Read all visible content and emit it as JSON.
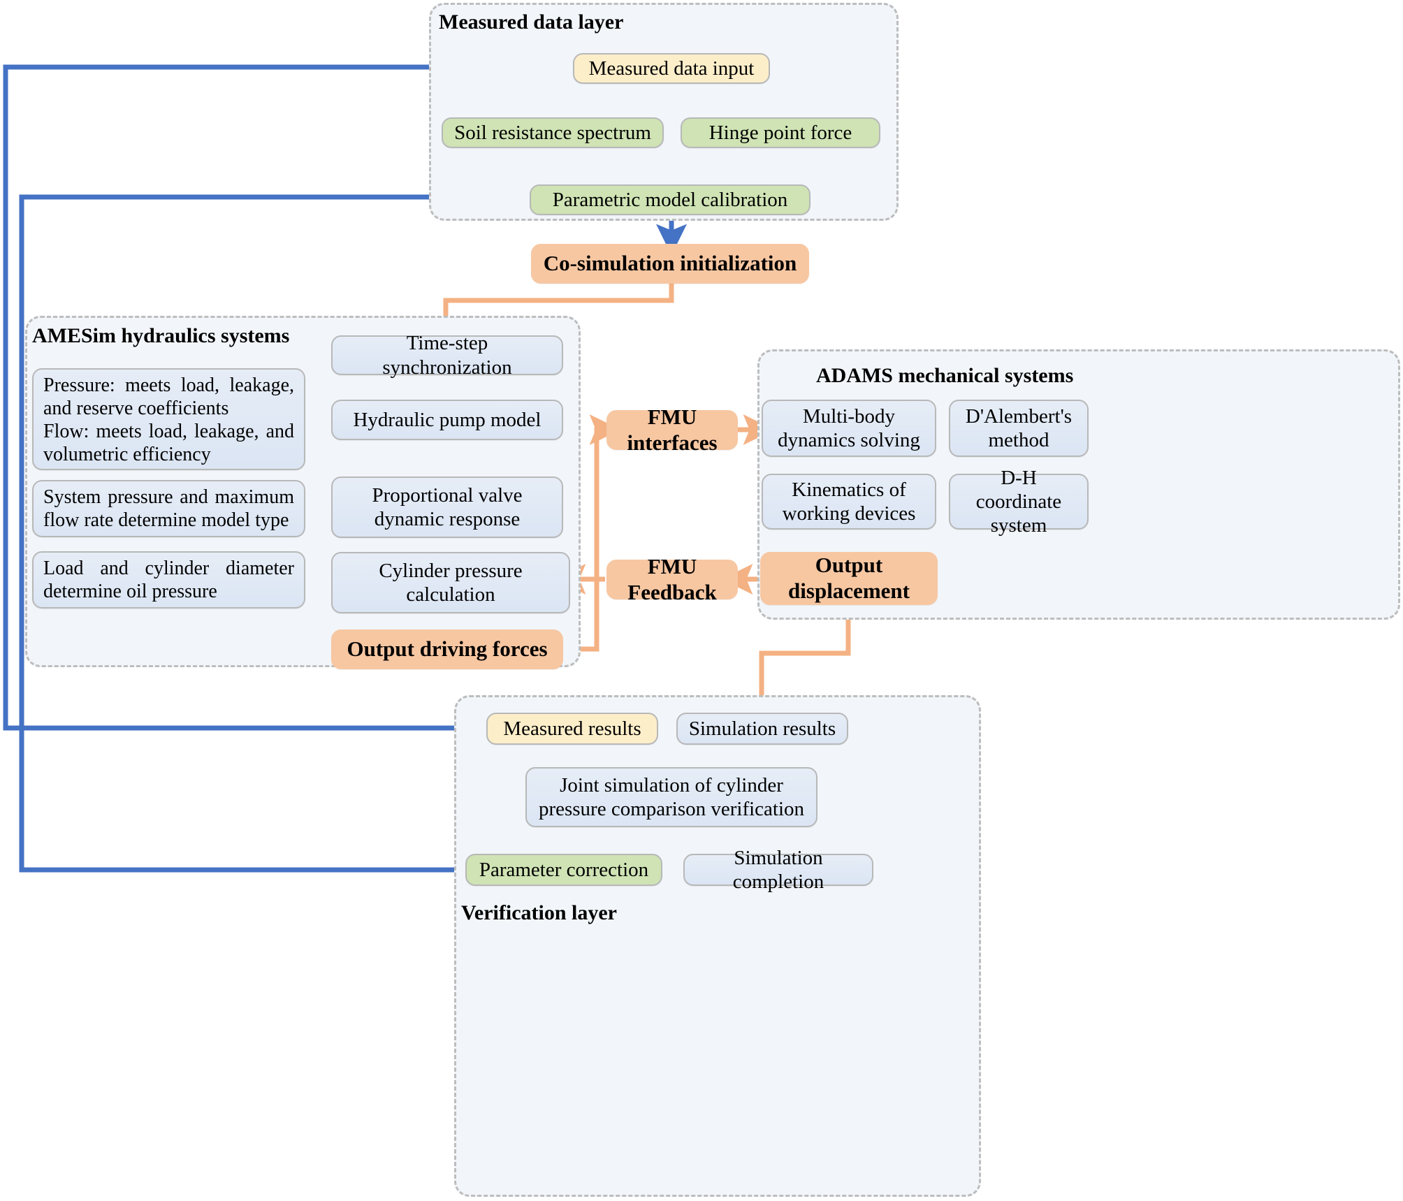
{
  "diagram": {
    "title": "Co-simulation framework flowchart",
    "colors": {
      "blue_arrow": "#4472c4",
      "orange_arrow": "#f4b183",
      "group_fill": "#f2f6fa",
      "group_border": "#bdbdbd",
      "node_blue": "#dbe5f3",
      "node_green": "#cfe3b4",
      "node_cream": "#fdeeca",
      "node_orange": "#f7c7a2"
    }
  },
  "groups": {
    "measured_data_layer": {
      "title": "Measured data layer"
    },
    "amesim": {
      "title": "AMESim hydraulics systems"
    },
    "adams": {
      "title": "ADAMS mechanical systems"
    },
    "verification": {
      "title": "Verification layer"
    }
  },
  "nodes": {
    "measured_data_input": "Measured data input",
    "soil_resistance_spectrum": "Soil resistance spectrum",
    "hinge_point_force": "Hinge point force",
    "parametric_model_calibration": "Parametric model calibration",
    "co_simulation_initialization": "Co-simulation initialization",
    "pressure_flow_criteria_line1": "Pressure: meets load, leakage, and reserve coefficients",
    "pressure_flow_criteria_line2": "Flow: meets load, leakage, and volumetric efficiency",
    "system_pressure_model_type": "System pressure and maximum flow rate determine model type",
    "load_cylinder_diameter": "Load and cylinder diameter determine oil pressure",
    "time_step_synchronization": "Time-step synchronization",
    "hydraulic_pump_model": "Hydraulic pump model",
    "proportional_valve": "Proportional valve dynamic response",
    "cylinder_pressure_calculation": "Cylinder pressure calculation",
    "output_driving_forces": "Output driving forces",
    "fmu_interfaces": "FMU interfaces",
    "fmu_feedback": "FMU Feedback",
    "multi_body_dynamics": "Multi-body dynamics solving",
    "dalemberts_method": "D'Alembert's method",
    "kinematics_working_devices": "Kinematics of working devices",
    "dh_coordinate_system": "D-H coordinate system",
    "output_displacement": "Output displacement",
    "measured_results": "Measured results",
    "simulation_results": "Simulation results",
    "joint_simulation_comparison": "Joint simulation of cylinder pressure comparison verification",
    "parameter_correction": "Parameter correction",
    "simulation_completion": "Simulation completion"
  }
}
